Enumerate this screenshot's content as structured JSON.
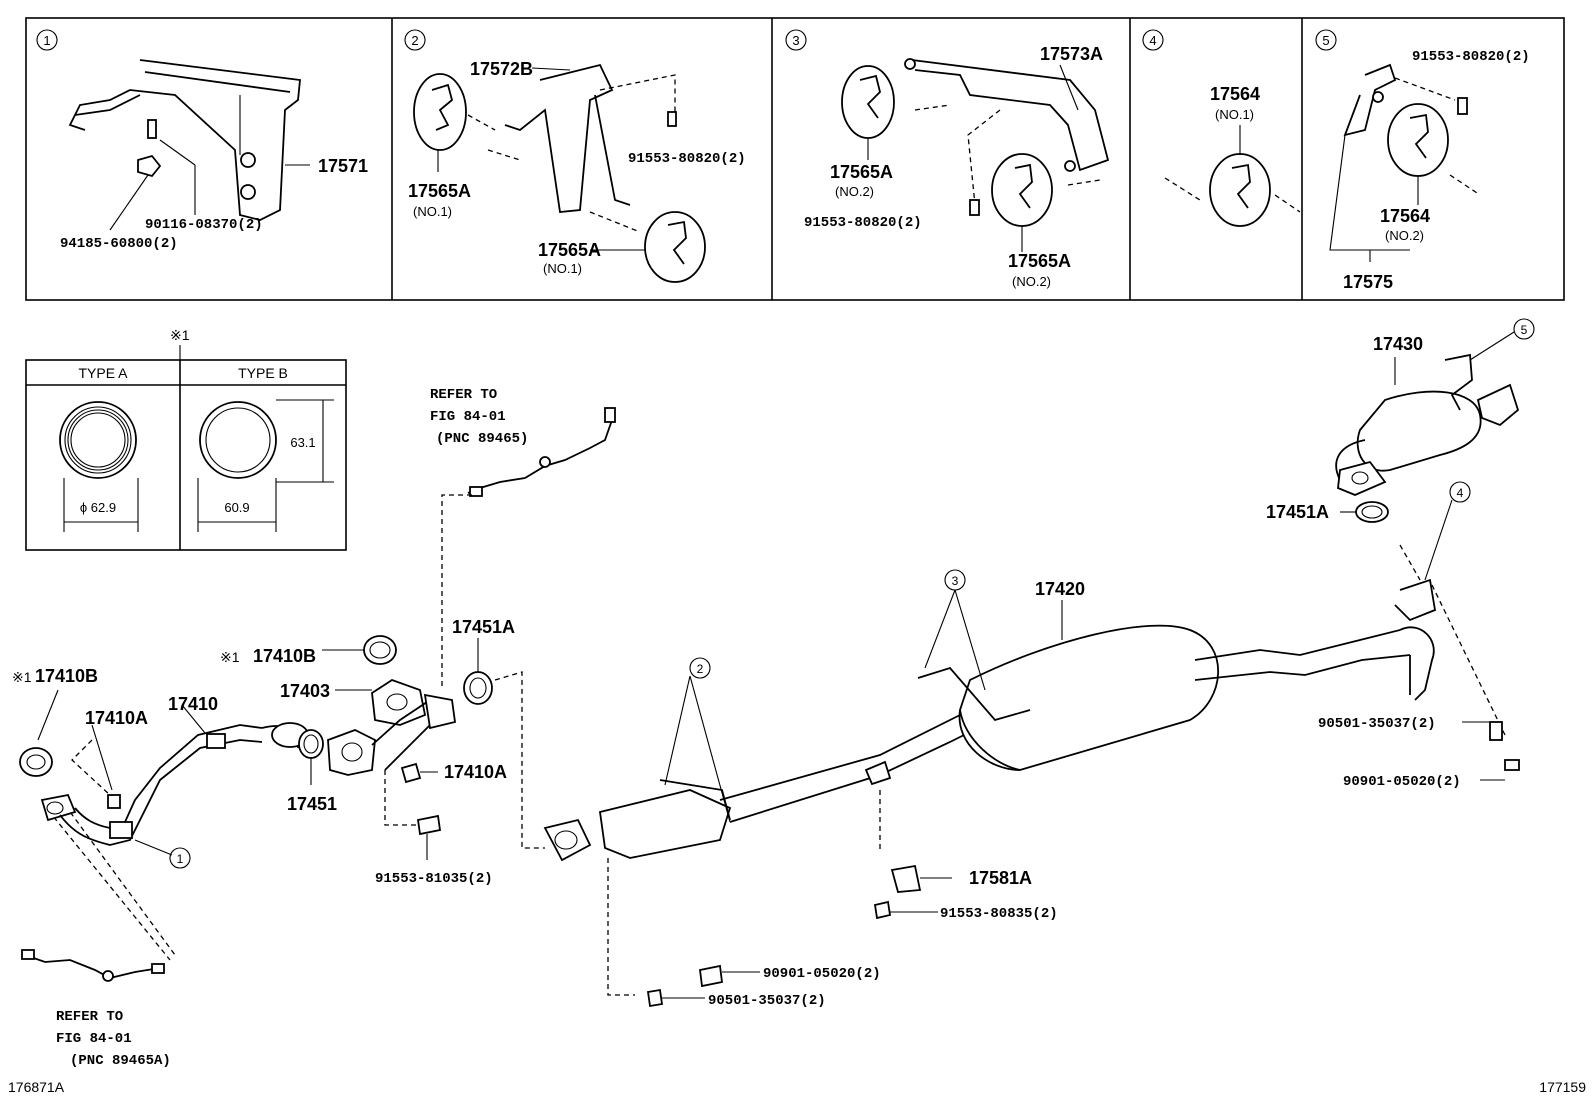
{
  "insets": [
    {
      "num": "1",
      "labels": [
        "17571",
        "90116-08370(2)",
        "94185-60800(2)"
      ]
    },
    {
      "num": "2",
      "labels": [
        "17572B",
        "91553-80820(2)",
        "17565A",
        "(NO.1)",
        "17565A",
        "(NO.1)"
      ]
    },
    {
      "num": "3",
      "labels": [
        "17573A",
        "17565A",
        "(NO.2)",
        "91553-80820(2)",
        "17565A",
        "(NO.2)"
      ]
    },
    {
      "num": "4",
      "labels": [
        "17564",
        "(NO.1)"
      ]
    },
    {
      "num": "5",
      "labels": [
        "91553-80820(2)",
        "17564",
        "(NO.2)",
        "17575"
      ]
    }
  ],
  "type_table": {
    "note_mark": "※1",
    "col_a": "TYPE A",
    "col_b": "TYPE B",
    "dim_a": "ϕ 62.9",
    "dim_b_w": "60.9",
    "dim_b_h": "63.1"
  },
  "refer_top": {
    "line1": "REFER TO",
    "line2": "FIG 84-01",
    "line3": "(PNC 89465)"
  },
  "refer_bottom": {
    "line1": "REFER TO",
    "line2": "FIG 84-01",
    "line3": "(PNC 89465A)"
  },
  "main_labels": {
    "p17410B_left": "17410B",
    "mark_left": "※1",
    "p17410A_left": "17410A",
    "p17410": "17410",
    "mark_mid": "※1",
    "p17410B_mid": "17410B",
    "p17403": "17403",
    "p17451A_mid": "17451A",
    "p17451": "17451",
    "p17410A_mid": "17410A",
    "b91553_81035": "91553-81035(2)",
    "p17420": "17420",
    "p17430": "17430",
    "p17451A_right": "17451A",
    "b90501_right": "90501-35037(2)",
    "b90901_right": "90901-05020(2)",
    "p17581A": "17581A",
    "b91553_80835": "91553-80835(2)",
    "b90901_bottom": "90901-05020(2)",
    "b90501_bottom": "90501-35037(2)",
    "callout_1": "1",
    "callout_2": "2",
    "callout_3": "3",
    "callout_4": "4",
    "callout_5": "5"
  },
  "corner": {
    "left": "176871A",
    "right": "177159"
  }
}
